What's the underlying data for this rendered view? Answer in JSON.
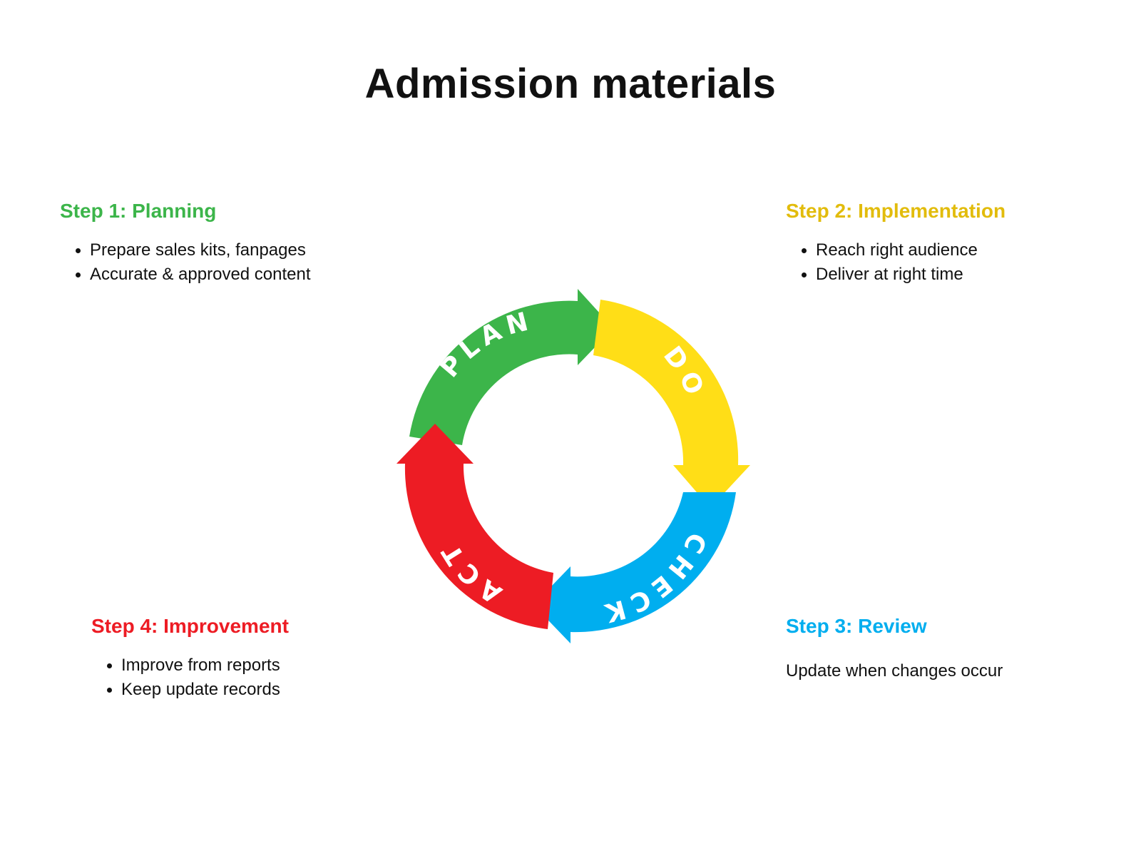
{
  "title": "Admission materials",
  "colors": {
    "plan": "#3cb54a",
    "do": "#ffde17",
    "do_heading": "#e2bc0c",
    "check": "#00aeef",
    "act": "#ed1c24"
  },
  "cycle": {
    "plan_label": "PLAN",
    "do_label": "DO",
    "check_label": "CHECK",
    "act_label": "ACT"
  },
  "steps": {
    "plan": {
      "heading": "Step 1: Planning",
      "bullets": [
        "Prepare sales kits, fanpages",
        "Accurate & approved content"
      ]
    },
    "do": {
      "heading": "Step 2: Implementation",
      "bullets": [
        "Reach right audience",
        "Deliver at right time"
      ]
    },
    "check": {
      "heading": "Step 3: Review",
      "text": "Update when changes occur"
    },
    "act": {
      "heading": "Step 4: Improvement",
      "bullets": [
        "Improve from reports",
        "Keep update records"
      ]
    }
  }
}
